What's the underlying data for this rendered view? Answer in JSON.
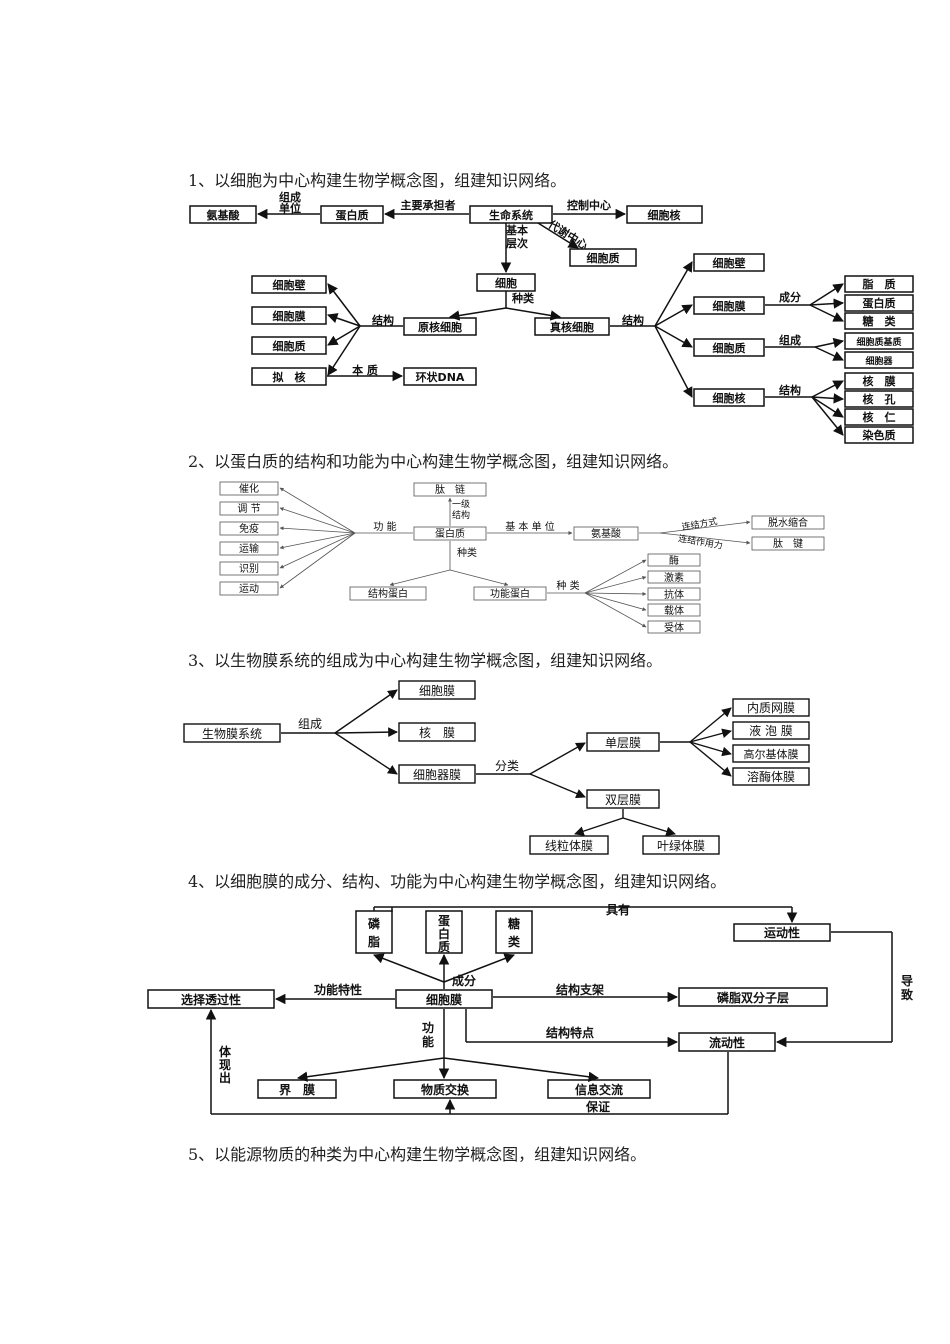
{
  "headings": {
    "h1": "1、以细胞为中心构建生物学概念图，组建知识网络。",
    "h2": "2、以蛋白质的结构和功能为中心构建生物学概念图，组建知识网络。",
    "h3": "3、以生物膜系统的组成为中心构建生物学概念图，组建知识网络。",
    "h4": "4、以细胞膜的成分、结构、功能为中心构建生物学概念图，组建知识网络。",
    "h5": "5、以能源物质的种类为中心构建生物学概念图，组建知识网络。"
  },
  "map1": {
    "nodes": {
      "amino": "氨基酸",
      "protein": "蛋白质",
      "life": "生命系统",
      "nucleus": "细胞核",
      "cytoplasm_top": "细胞质",
      "cell": "细胞",
      "pro_wall": "细胞壁",
      "pro_mem": "细胞膜",
      "pro_cyto": "细胞质",
      "nucleoid": "拟　核",
      "prokaryote": "原核细胞",
      "eukaryote": "真核细胞",
      "ring_dna": "环状DNA",
      "eu_wall": "细胞壁",
      "eu_mem": "细胞膜",
      "eu_cyto": "细胞质",
      "eu_nuc": "细胞核",
      "lipid": "脂　质",
      "eu_protein": "蛋白质",
      "sugar": "糖　类",
      "matrix": "细胞质基质",
      "organelle": "细胞器",
      "nuc_mem": "核　膜",
      "nuc_pore": "核　孔",
      "nucleolus": "核　仁",
      "chromatin": "染色质"
    },
    "labels": {
      "unit_1": "组成",
      "unit_2": "单位",
      "bearer": "主要承担者",
      "control": "控制中心",
      "metab": "代谢中心",
      "level_1": "基本",
      "level_2": "层次",
      "kind": "种类",
      "structure_l": "结构",
      "essence": "本 质",
      "structure_r": "结构",
      "component": "成分",
      "compose": "组成",
      "structure_n": "结构"
    }
  },
  "map2": {
    "nodes": {
      "catalysis": "催化",
      "regulate": "调 节",
      "immune": "免疫",
      "transport": "运输",
      "recognize": "识别",
      "movement": "运动",
      "peptide": "肽　链",
      "protein": "蛋白质",
      "amino": "氨基酸",
      "dehydration": "脱水缩合",
      "peptide_bond": "肽　键",
      "structural": "结构蛋白",
      "functional": "功能蛋白",
      "enzyme": "酶",
      "hormone": "激素",
      "antibody": "抗体",
      "carrier": "载体",
      "receptor": "受体"
    },
    "labels": {
      "function": "功 能",
      "primary_1": "一级",
      "primary_2": "结构",
      "basic_unit": "基 本 单 位",
      "connect": "连结方式",
      "connect_force": "连结作用力",
      "kind_a": "种类",
      "kind_b": "种 类"
    }
  },
  "map3": {
    "nodes": {
      "system": "生物膜系统",
      "cell_mem": "细胞膜",
      "nuc_mem": "核　膜",
      "organelle_mem": "细胞器膜",
      "single": "单层膜",
      "double": "双层膜",
      "er": "内质网膜",
      "vacuole": "液 泡 膜",
      "golgi": "高尔基体膜",
      "lysosome": "溶酶体膜",
      "mito": "线粒体膜",
      "chloro": "叶绿体膜"
    },
    "labels": {
      "compose": "组成",
      "classify": "分类"
    }
  },
  "map4": {
    "nodes": {
      "phospholipid_1": "磷",
      "phospholipid_2": "脂",
      "protein_1": "蛋",
      "protein_2": "白",
      "protein_3": "质",
      "sugar_1": "糖",
      "sugar_2": "类",
      "motility": "运动性",
      "selective": "选择透过性",
      "membrane": "细胞膜",
      "bilayer": "磷脂双分子层",
      "fluidity": "流动性",
      "boundary": "界　膜",
      "exchange": "物质交换",
      "info": "信息交流"
    },
    "labels": {
      "have": "具有",
      "lead_1": "导",
      "lead_2": "致",
      "component": "成分",
      "func_prop": "功能特性",
      "frame": "结构支架",
      "feature": "结构特点",
      "func_1": "功",
      "func_2": "能",
      "embody_1": "体",
      "embody_2": "现",
      "embody_3": "出",
      "guarantee": "保证"
    }
  }
}
